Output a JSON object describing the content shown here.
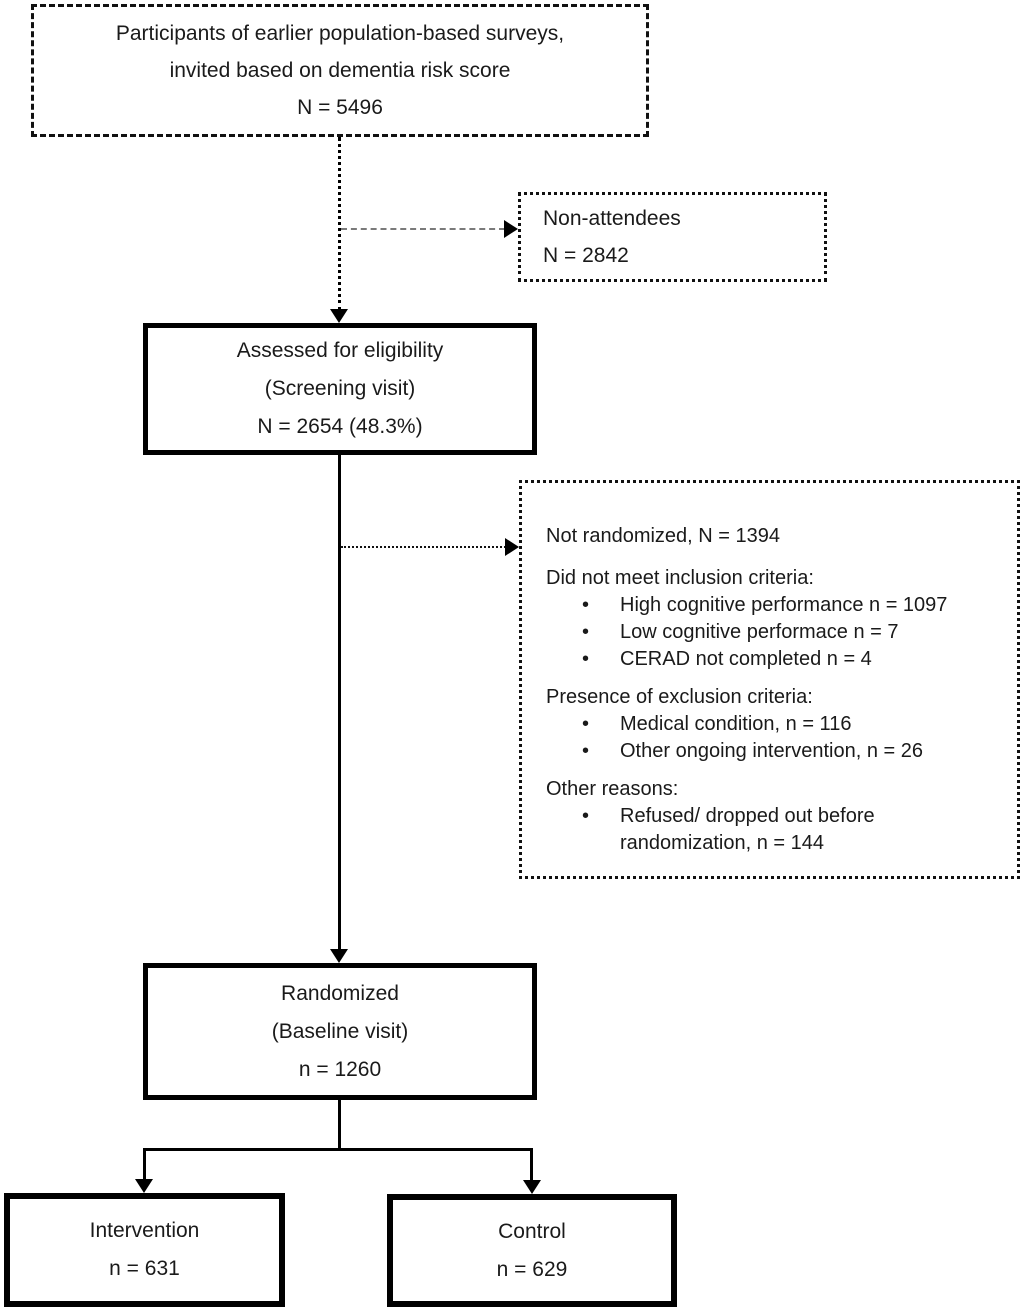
{
  "diagram": {
    "bullet": "•",
    "colors": {
      "background": "#ffffff",
      "border": "#000000",
      "text": "#1a1a1a",
      "dashed_connector": "#7a7a7a"
    },
    "boxes": {
      "invited": {
        "lines": [
          "Participants of earlier population-based surveys,",
          "invited based on dementia risk score",
          "N = 5496"
        ]
      },
      "non_attendees": {
        "lines": [
          "Non-attendees",
          "N = 2842"
        ]
      },
      "assessed": {
        "lines": [
          "Assessed for eligibility",
          "(Screening visit)",
          "N = 2654 (48.3%)"
        ]
      },
      "not_randomized": {
        "title": "Not randomized, N = 1394",
        "sections": [
          {
            "heading": "Did not meet inclusion criteria:",
            "items": [
              "High cognitive performance n = 1097",
              "Low cognitive performace n = 7",
              "CERAD not completed n = 4"
            ]
          },
          {
            "heading": "Presence of exclusion criteria:",
            "items": [
              "Medical condition, n = 116",
              "Other ongoing intervention, n = 26"
            ]
          },
          {
            "heading": "Other reasons:",
            "items": [
              "Refused/ dropped out before randomization, n = 144"
            ]
          }
        ]
      },
      "randomized": {
        "lines": [
          "Randomized",
          "(Baseline visit)",
          "n = 1260"
        ]
      },
      "intervention": {
        "lines": [
          "Intervention",
          "n = 631"
        ]
      },
      "control": {
        "lines": [
          "Control",
          "n = 629"
        ]
      }
    }
  }
}
